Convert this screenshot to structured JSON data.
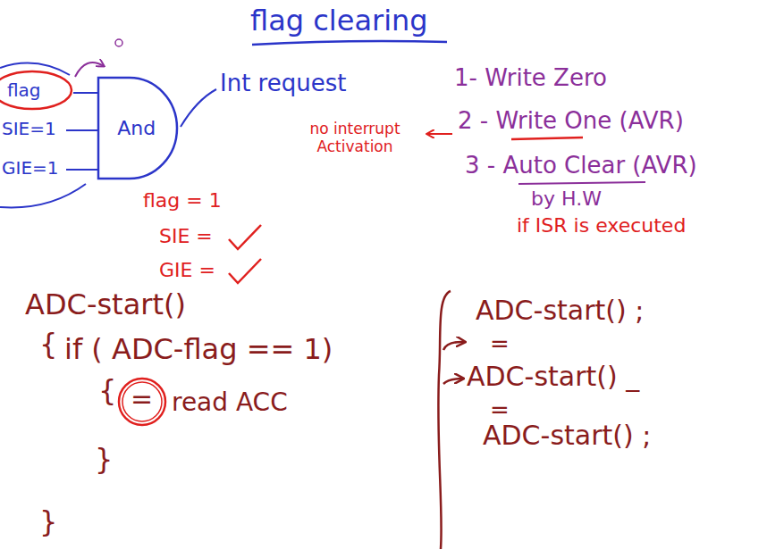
{
  "diagram": {
    "title": "flag clearing",
    "nodes": [
      {
        "text": [
          "And"
        ]
      }
    ],
    "labels": [
      "flag",
      "SIE=1",
      "GIE=1",
      "Int request",
      "1- Write Zero",
      "no interrupt Activation",
      "2 - Write One (AVR)",
      "3 - Auto Clear (AVR)",
      "by H.W",
      "if ISR is executed",
      "flag = 1",
      "SIE =",
      "GIE =",
      "ADC-start()",
      "{",
      "if ( ADC-flag == 1)",
      "{",
      "=",
      "read ACC",
      "}",
      "}",
      "ADC-start() ;",
      "=",
      "ADC-start() _",
      "=",
      "ADC-start() ;"
    ]
  }
}
